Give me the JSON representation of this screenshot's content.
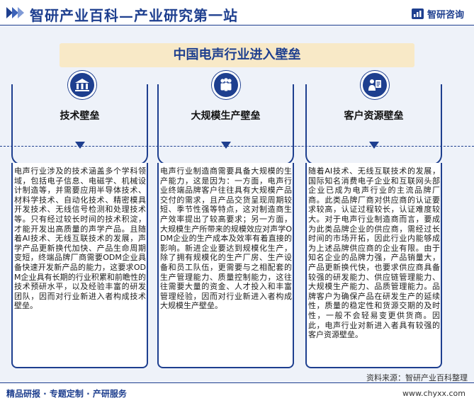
{
  "header": {
    "title": "智研产业百科—产业研究第一站",
    "logo_text": "智研咨询"
  },
  "banner": {
    "title": "中国电声行业进入壁垒"
  },
  "columns": [
    {
      "icon": "bank-icon",
      "title": "技术壁垒",
      "text": "电声行业涉及的技术涵盖多个学科领域，包括电子信息、电磁学、机械设计制造等，并需要应用半导体技术、材料学技术、自动化技术、精密模具开发技术、无线信号检测和处理技术等。只有经过较长时间的技术积淀，才能开发出高质量的声学产品。且随着AI技术、无线互联技术的发展，声学产品更新换代加快、产品生命周期变短，终端品牌厂商需要ODM企业具备快速开发新产品的能力，这要求ODM企业具有长期的行业积累和前瞻性的技术预研水平，以及经验丰富的研发团队，因而对行业新进入者构成技术壁垒。"
    },
    {
      "icon": "workers-icon",
      "title": "大规模生产壁垒",
      "text": "电声行业制造商需要具备大规模的生产能力，这是因为：一方面，电声行业终端品牌客户往往具有大规模产品交付的需求，且产品交货呈现周期较短、季节性强等特点，这对制造商生产效率提出了较高要求；另一方面，大规模生产所带来的规模效应对声学ODM企业的生产成本及效率有着直接的影响。新进企业要达到规模化生产，除了拥有规模化的生产厂房、生产设备和员工队伍，更需要与之相配套的生产管理能力、质量控制能力，这往往需要大量的资金、人才投入和丰富管理经验，因而对行业新进入者构成大规模生产壁垒。"
    },
    {
      "icon": "customer-icon",
      "title": "客户资源壁垒",
      "text": "随着AI技术、无线互联技术的发展，国际知名消费电子企业和互联网头部企业已成为电声行业的主流品牌厂商。此类品牌厂商对供应商的认证要求较高，认证过程较长，认证难度较大。对于电声行业制造商而言，要成为此类品牌企业的供应商，需经过长时间的市场开拓，因此行业内能够成为上述品牌供应商的企业有限。由于知名企业的品牌力强，产品销量大，产品更新换代快，也要求供应商具备较强的研发能力、供应链管理能力、大规模生产能力、品质管理能力。品牌客户为确保产品在研发生产的延续性，质量的稳定性和货源交期的及时性，一般不会轻易变更供货商。因此，电声行业对新进入者具有较强的客户资源壁垒。"
    }
  ],
  "source": "资料来源：智研产业百科整理",
  "footer": {
    "left": "精品研报 · 专题定制 · 产研服务",
    "right": "www.chyxx.com"
  },
  "colors": {
    "primary": "#1e3f8f",
    "banner_bg": "#f8e9c7",
    "panel_bg": "#eef2f9"
  }
}
